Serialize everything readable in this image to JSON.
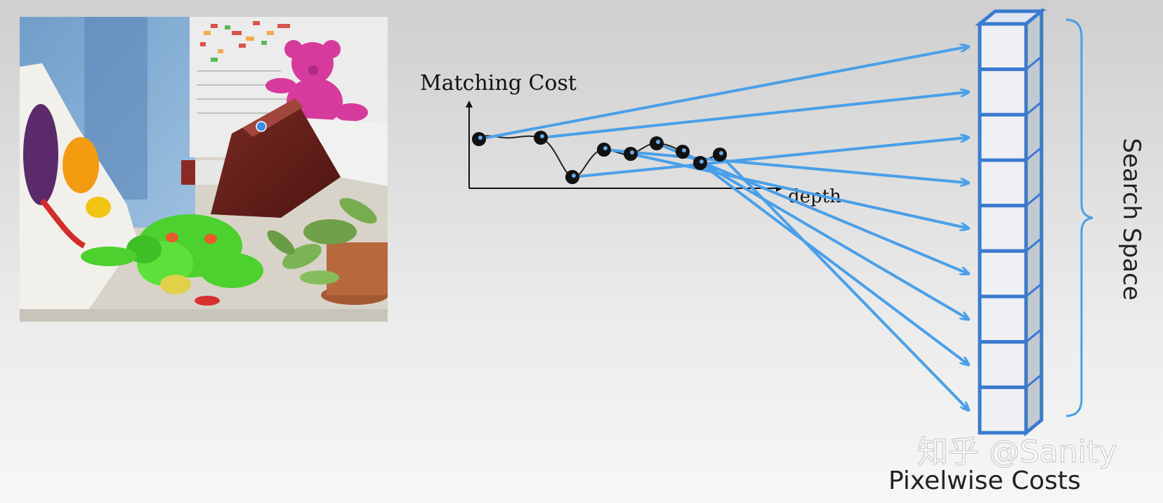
{
  "plot": {
    "ylabel": "Matching Cost",
    "xlabel": "depth"
  },
  "volume": {
    "side_label": "Search Space",
    "bottom_label": "Pixelwise Costs",
    "cell_count": 9
  },
  "watermark": "知乎 @Sanity",
  "colors": {
    "arrow": "#4a9fe8",
    "volume": "#3a7ad0",
    "bracket": "#4a9fe8",
    "point": "#111111",
    "pixel_marker": "#3d8ee6"
  }
}
